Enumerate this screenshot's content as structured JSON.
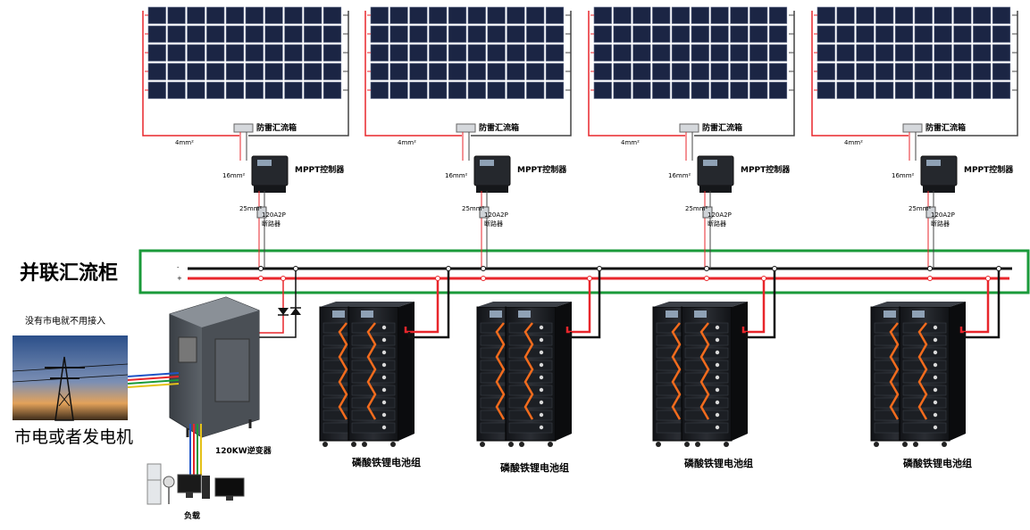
{
  "panel_sets": [
    {
      "combiner_label": "防雷汇流箱",
      "wire_4": "4mm²",
      "wire_16": "16mm²",
      "mppt_label": "MPPT控制器",
      "wire_25": "25mm²",
      "breaker_line1": "120A2P",
      "breaker_line2": "断路器"
    },
    {
      "combiner_label": "防雷汇流箱",
      "wire_4": "4mm²",
      "wire_16": "16mm²",
      "mppt_label": "MPPT控制器",
      "wire_25": "25mm²",
      "breaker_line1": "120A2P",
      "breaker_line2": "断路器"
    },
    {
      "combiner_label": "防雷汇流箱",
      "wire_4": "4mm²",
      "wire_16": "16mm²",
      "mppt_label": "MPPT控制器",
      "wire_25": "25mm²",
      "breaker_line1": "120A2P",
      "breaker_line2": "断路器"
    },
    {
      "combiner_label": "防雷汇流箱",
      "wire_4": "4mm²",
      "wire_16": "16mm²",
      "mppt_label": "MPPT控制器",
      "wire_25": "25mm²",
      "breaker_line1": "120A2P",
      "breaker_line2": "断路器"
    }
  ],
  "bus": {
    "title": "并联汇流柜",
    "minus": "-",
    "plus": "+"
  },
  "grid": {
    "note": "没有市电就不用接入",
    "caption": "市电或者发电机"
  },
  "inverter": {
    "label": "120KW逆变器"
  },
  "load": {
    "label": "负载"
  },
  "battery_groups": [
    {
      "label": "磷酸铁锂电池组"
    },
    {
      "label": "磷酸铁锂电池组"
    },
    {
      "label": "磷酸铁锂电池组"
    },
    {
      "label": "磷酸铁锂电池组"
    }
  ],
  "colors": {
    "positive": "#e8262b",
    "negative": "#111111",
    "frame": "#1a9a3a",
    "panel": "#1b2544"
  }
}
